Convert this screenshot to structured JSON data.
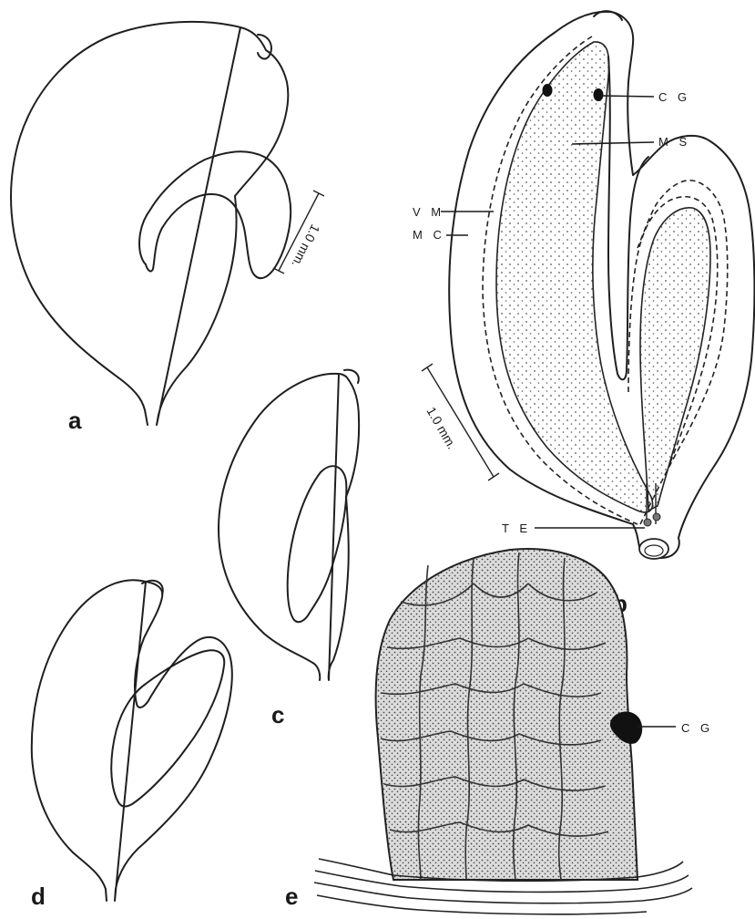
{
  "panels": {
    "a": "a",
    "b": "b",
    "c": "c",
    "d": "d",
    "e": "e"
  },
  "scale_bars": {
    "a": "1.0 mm.",
    "b": "1.0 mm."
  },
  "labels": {
    "cg": "C G",
    "ms": "M S",
    "vm": "V M",
    "mc": "M C",
    "te": "T E",
    "cg_e": "C G"
  }
}
